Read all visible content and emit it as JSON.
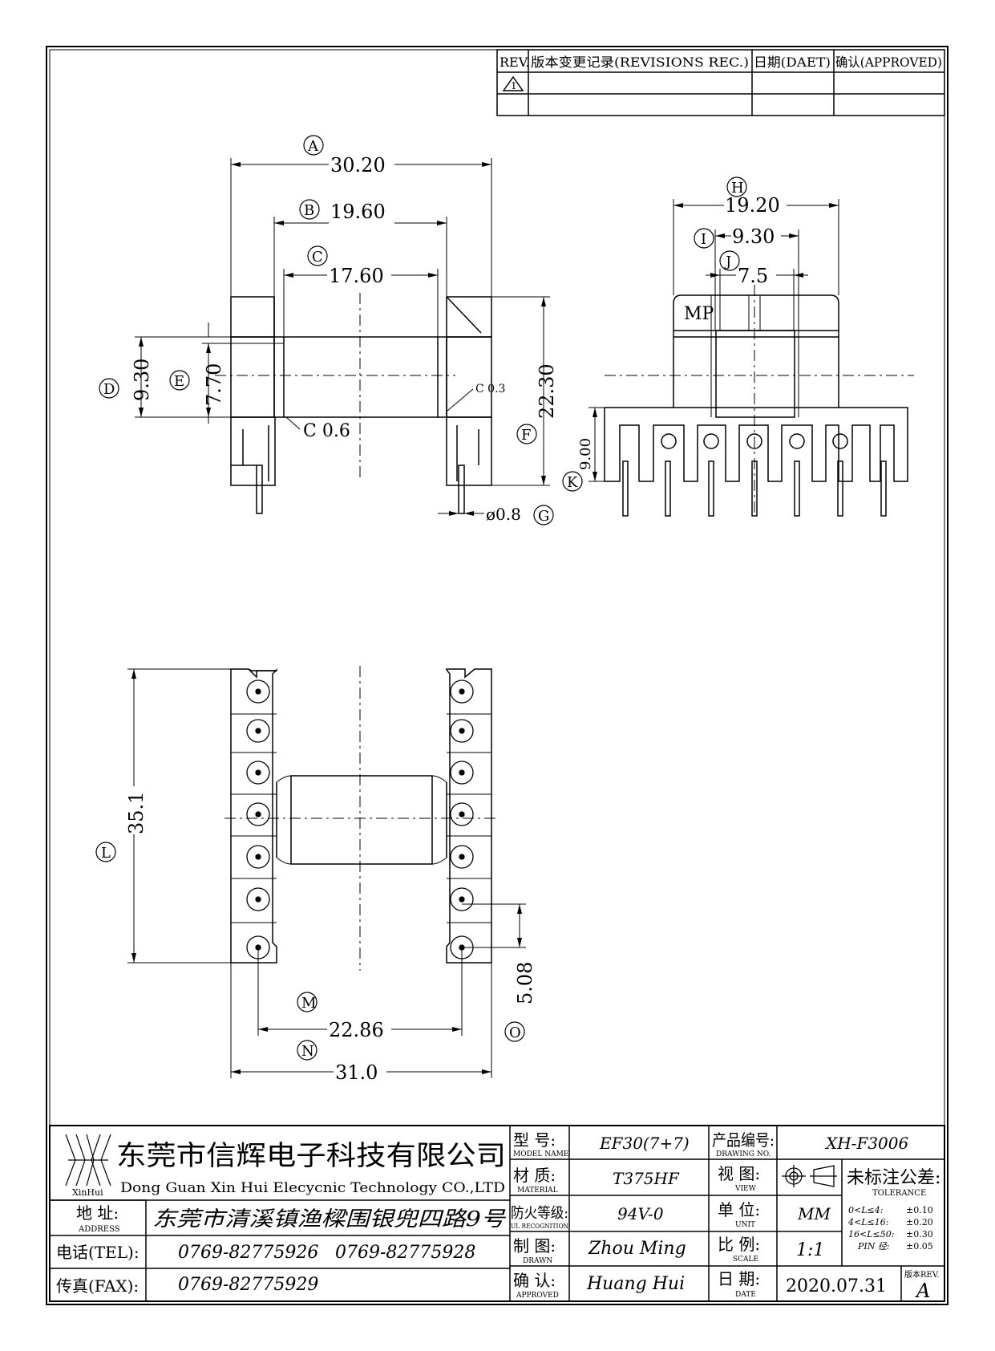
{
  "revision_table": {
    "headers": [
      "REV.",
      "版本变更记录(REVISIONS REC.)",
      "日期(DAET)",
      "确认(APPROVED)"
    ],
    "row1_rev": "1"
  },
  "dimensions": {
    "A": {
      "letter": "A",
      "value": "30.20"
    },
    "B": {
      "letter": "B",
      "value": "19.60"
    },
    "C": {
      "letter": "C",
      "value": "17.60"
    },
    "D": {
      "letter": "D",
      "value": "9.30"
    },
    "E": {
      "letter": "E",
      "value": "7.70"
    },
    "F": {
      "letter": "F",
      "value": "22.30"
    },
    "G": {
      "letter": "G",
      "value": "ø0.8"
    },
    "H": {
      "letter": "H",
      "value": "19.20"
    },
    "I": {
      "letter": "I",
      "value": "9.30"
    },
    "J": {
      "letter": "J",
      "value": "7.5"
    },
    "K": {
      "letter": "K",
      "value": "9.00"
    },
    "L": {
      "letter": "L",
      "value": "35.1"
    },
    "M": {
      "letter": "M",
      "value": "22.86"
    },
    "N": {
      "letter": "N",
      "value": "31.0"
    },
    "O": {
      "letter": "O",
      "value": "5.08"
    }
  },
  "notes": {
    "chamfer_small": "C 0.3",
    "chamfer_large": "C 0.6",
    "mp_mark": "MP"
  },
  "title_block": {
    "logo_text": "XinHui",
    "company_cn": "东莞市信辉电子科技有限公司",
    "company_en": "Dong Guan Xin Hui Elecycnic Technology CO.,LTD",
    "address_label_cn": "地 址:",
    "address_label_en": "ADDRESS",
    "address_value": "东莞市清溪镇渔樑围银兜四路9号",
    "tel_label": "电话(TEL):",
    "tel_value_1": "0769-82775926",
    "tel_value_2": "0769-82775928",
    "fax_label": "传真(FAX):",
    "fax_value": "0769-82775929",
    "model_label_cn": "型 号:",
    "model_label_en": "MODEL NAME",
    "model_value": "EF30(7+7)",
    "material_label_cn": "材 质:",
    "material_label_en": "MATERIAL",
    "material_value": "T375HF",
    "fire_label_cn": "防火等级:",
    "fire_label_en": "UL RECOGNITION",
    "fire_value": "94V-0",
    "drawn_label_cn": "制 图:",
    "drawn_label_en": "DRAWN",
    "drawn_value": "Zhou Ming",
    "approved_label_cn": "确 认:",
    "approved_label_en": "APPROVED",
    "approved_value": "Huang Hui",
    "drawing_no_label_cn": "产品编号:",
    "drawing_no_label_en": "DRAWING NO.",
    "drawing_no_value": "XH-F3006",
    "view_label_cn": "视 图:",
    "view_label_en": "VIEW",
    "unit_label_cn": "单 位:",
    "unit_label_en": "UNIT",
    "unit_value": "MM",
    "scale_label_cn": "比 例:",
    "scale_label_en": "SCALE",
    "scale_value": "1:1",
    "date_label_cn": "日 期:",
    "date_label_en": "DATE",
    "date_value": "2020.07.31",
    "tolerance_title_cn": "未标注公差:",
    "tolerance_title_en": "TOLERANCE",
    "tolerance_rows": [
      {
        "range": "0<L≤4:",
        "value": "±0.10"
      },
      {
        "range": "4<L≤16:",
        "value": "±0.20"
      },
      {
        "range": "16<L≤50:",
        "value": "±0.30"
      },
      {
        "range": "PIN 径:",
        "value": "±0.05"
      }
    ],
    "rev_label": "版本REV.",
    "rev_value": "A"
  }
}
